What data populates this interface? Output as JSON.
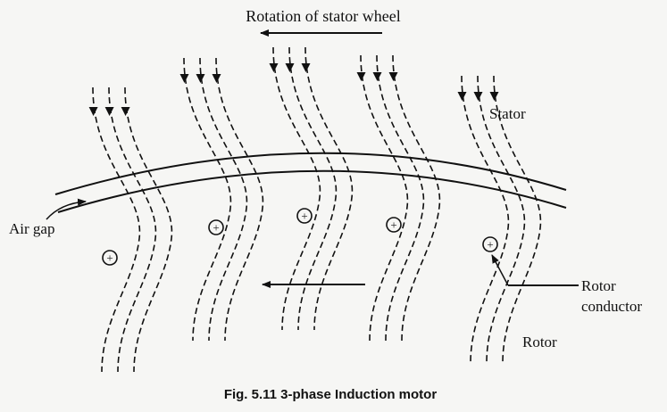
{
  "diagram": {
    "title": "Rotation of stator wheel",
    "labels": {
      "stator": "Stator",
      "air_gap": "Air gap",
      "rotor_conductor_line1": "Rotor",
      "rotor_conductor_line2": "conductor",
      "rotor": "Rotor"
    },
    "caption": "Fig. 5.11 3-phase Induction motor",
    "flux_groups": 5,
    "lines_per_group": 3,
    "rotor_conductor_symbol": "+"
  }
}
